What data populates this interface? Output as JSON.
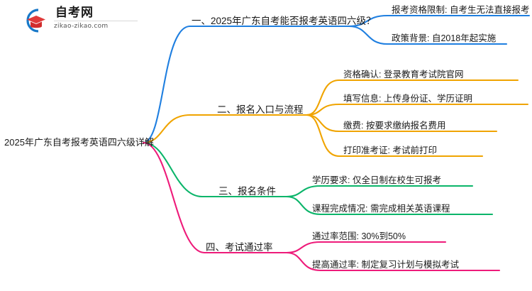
{
  "logo": {
    "name_cn": "自考网",
    "name_en": "zikao-zikao.com",
    "icon": "graduation-cap-logo",
    "arc_color": "#1878c8",
    "cap_color": "#e03a3a"
  },
  "mindmap": {
    "root": {
      "label": "2025年广东自考报考英语四六级详解"
    },
    "branches": [
      {
        "label": "一、2025年广东自考能否报考英语四六级？",
        "color": "#1f7fe0",
        "children": [
          {
            "label": "报考资格限制: 自考生无法直接报考"
          },
          {
            "label": "政策背景: 自2018年起实施"
          }
        ]
      },
      {
        "label": "二、报名入口与流程",
        "color": "#f0a400",
        "children": [
          {
            "label": "资格确认: 登录教育考试院官网"
          },
          {
            "label": "填写信息: 上传身份证、学历证明"
          },
          {
            "label": "缴费: 按要求缴纳报名费用"
          },
          {
            "label": "打印准考证: 考试前打印"
          }
        ]
      },
      {
        "label": "三、报名条件",
        "color": "#0bb56a",
        "children": [
          {
            "label": "学历要求: 仅全日制在校生可报考"
          },
          {
            "label": "课程完成情况: 需完成相关英语课程"
          }
        ]
      },
      {
        "label": "四、考试通过率",
        "color": "#ee1b7a",
        "children": [
          {
            "label": "通过率范围: 30%到50%"
          },
          {
            "label": "提高通过率: 制定复习计划与模拟考试"
          }
        ]
      }
    ]
  }
}
